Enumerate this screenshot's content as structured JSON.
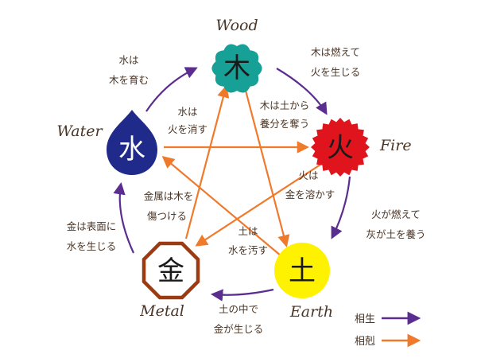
{
  "elements": {
    "wood": {
      "kanji": "木",
      "name": "Wood",
      "color": "#16a096",
      "text_color": "#1a1a1a"
    },
    "fire": {
      "kanji": "火",
      "name": "Fire",
      "color": "#e0141c",
      "text_color": "#1a1a1a"
    },
    "earth": {
      "kanji": "土",
      "name": "Earth",
      "color": "#fff200",
      "text_color": "#1a1a1a"
    },
    "metal": {
      "kanji": "金",
      "name": "Metal",
      "color": "#ffffff",
      "border_color": "#9c3a12",
      "text_color": "#1a1a1a"
    },
    "water": {
      "kanji": "水",
      "name": "Water",
      "color": "#1f2a8a",
      "text_color": "#ffffff"
    }
  },
  "generating": {
    "color": "#5b2d91",
    "wood_fire": [
      "木は燃えて",
      "火を生じる"
    ],
    "fire_earth": [
      "火が燃えて",
      "灰が土を養う"
    ],
    "earth_metal": [
      "土の中で",
      "金が生じる"
    ],
    "metal_water": [
      "金は表面に",
      "水を生じる"
    ],
    "water_wood": [
      "水は",
      "木を育む"
    ]
  },
  "controlling": {
    "color": "#f07a2c",
    "wood_earth": [
      "木は土から",
      "養分を奪う"
    ],
    "earth_water": [
      "土は",
      "水を汚す"
    ],
    "water_fire": [
      "水は",
      "火を消す"
    ],
    "fire_metal": [
      "火は",
      "金を溶かす"
    ],
    "metal_wood": [
      "金属は木を",
      "傷つける"
    ]
  },
  "legend": {
    "generating_label": "相生",
    "controlling_label": "相剋"
  }
}
